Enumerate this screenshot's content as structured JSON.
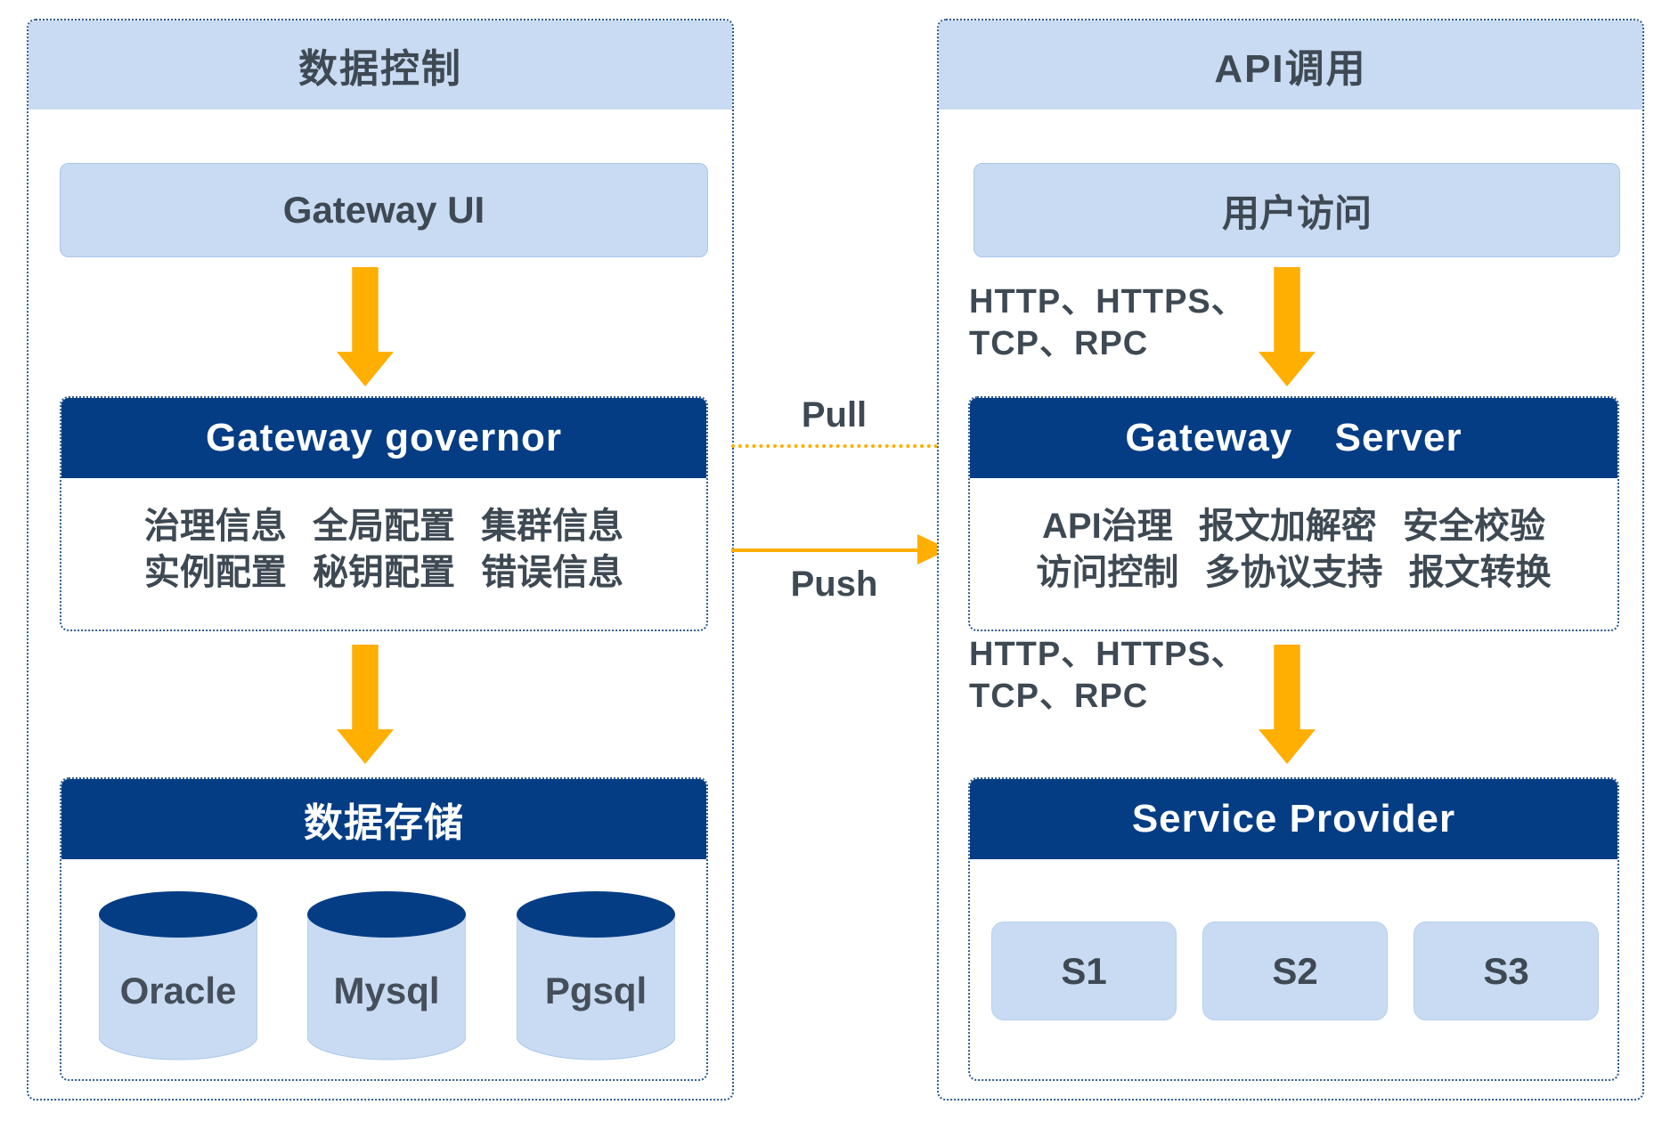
{
  "colors": {
    "navy": "#053d85",
    "light_blue": "#c8dbf2",
    "orange": "#ffae02",
    "text_dark": "#3e4953",
    "dotted_border": "#2d5c8f"
  },
  "left_panel": {
    "title": "数据控制",
    "gateway_ui_label": "Gateway UI",
    "governor": {
      "title": "Gateway governor",
      "row1": "治理信息 全局配置 集群信息",
      "row2": "实例配置 秘钥配置 错误信息"
    },
    "storage": {
      "title": "数据存储",
      "databases": [
        "Oracle",
        "Mysql",
        "Pgsql"
      ]
    }
  },
  "connectors": {
    "pull_label": "Pull",
    "push_label": "Push"
  },
  "right_panel": {
    "title": "API调用",
    "user_access_label": "用户访问",
    "protocols_top": {
      "line1": "HTTP、HTTPS、",
      "line2": "TCP、RPC"
    },
    "gateway_server": {
      "title": "Gateway Server",
      "row1": "API治理 报文加解密 安全校验",
      "row2": "访问控制 多协议支持 报文转换"
    },
    "protocols_bottom": {
      "line1": "HTTP、HTTPS、",
      "line2": "TCP、RPC"
    },
    "service_provider": {
      "title": "Service Provider",
      "services": [
        "S1",
        "S2",
        "S3"
      ]
    }
  }
}
